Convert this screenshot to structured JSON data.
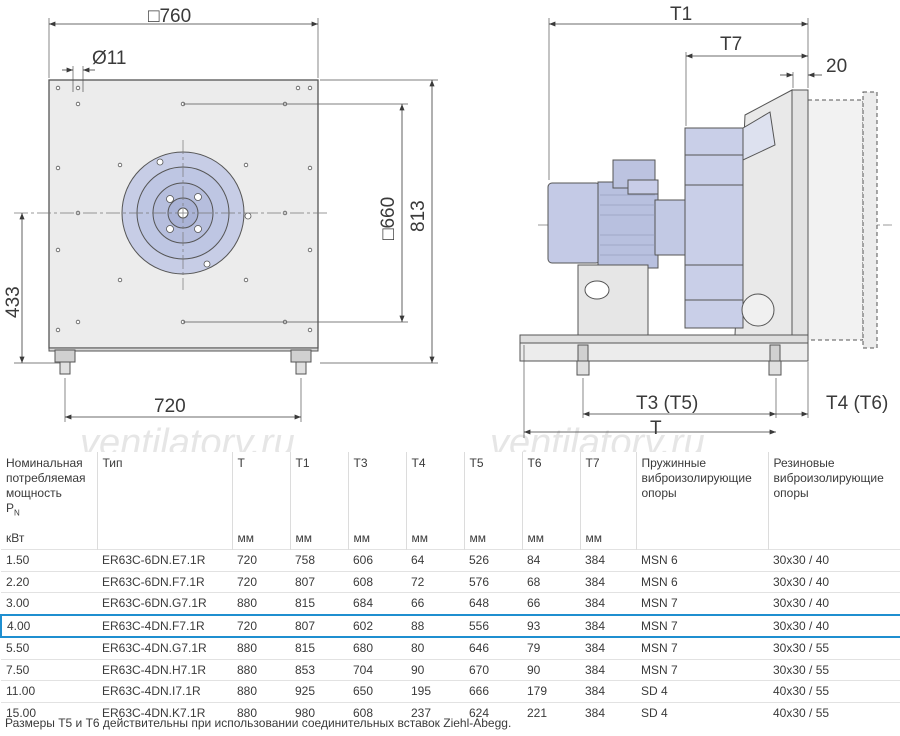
{
  "drawing": {
    "front": {
      "width_label": "□760",
      "hole_label": "Ø11",
      "inner_square_label": "□660",
      "height_label": "813",
      "axis_height_label": "433",
      "feet_span_label": "720"
    },
    "side": {
      "t1_label": "T1",
      "t7_label": "T7",
      "flange_label": "20",
      "t3_t5_label": "T3 (T5)",
      "t4_t6_label": "T4 (T6)",
      "t_label": "T"
    },
    "watermark": [
      "ventilatory.ru",
      "ventilatory.ru"
    ]
  },
  "table": {
    "headers": [
      {
        "label": "Номинальная потребляемая мощность",
        "symbol": "P",
        "symbol_sub": "N",
        "unit": "кВт"
      },
      {
        "label": "Тип",
        "unit": ""
      },
      {
        "label": "T",
        "unit": "мм"
      },
      {
        "label": "T1",
        "unit": "мм"
      },
      {
        "label": "T3",
        "unit": "мм"
      },
      {
        "label": "T4",
        "unit": "мм"
      },
      {
        "label": "T5",
        "unit": "мм"
      },
      {
        "label": "T6",
        "unit": "мм"
      },
      {
        "label": "T7",
        "unit": "мм"
      },
      {
        "label": "Пружинные виброизолирующие опоры",
        "unit": ""
      },
      {
        "label": "Резиновые виброизолирующие опоры",
        "unit": ""
      }
    ],
    "rows": [
      [
        "1.50",
        "ER63C-6DN.E7.1R",
        "720",
        "758",
        "606",
        "64",
        "526",
        "84",
        "384",
        "MSN 6",
        "30x30 / 40"
      ],
      [
        "2.20",
        "ER63C-6DN.F7.1R",
        "720",
        "807",
        "608",
        "72",
        "576",
        "68",
        "384",
        "MSN 6",
        "30x30 / 40"
      ],
      [
        "3.00",
        "ER63C-6DN.G7.1R",
        "880",
        "815",
        "684",
        "66",
        "648",
        "66",
        "384",
        "MSN 7",
        "30x30 / 40"
      ],
      [
        "4.00",
        "ER63C-4DN.F7.1R",
        "720",
        "807",
        "602",
        "88",
        "556",
        "93",
        "384",
        "MSN 7",
        "30x30 / 40"
      ],
      [
        "5.50",
        "ER63C-4DN.G7.1R",
        "880",
        "815",
        "680",
        "80",
        "646",
        "79",
        "384",
        "MSN 7",
        "30x30 / 55"
      ],
      [
        "7.50",
        "ER63C-4DN.H7.1R",
        "880",
        "853",
        "704",
        "90",
        "670",
        "90",
        "384",
        "MSN 7",
        "30x30 / 55"
      ],
      [
        "11.00",
        "ER63C-4DN.I7.1R",
        "880",
        "925",
        "650",
        "195",
        "666",
        "179",
        "384",
        "SD 4",
        "40x30 / 55"
      ],
      [
        "15.00",
        "ER63C-4DN.K7.1R",
        "880",
        "980",
        "608",
        "237",
        "624",
        "221",
        "384",
        "SD 4",
        "40x30 / 55"
      ]
    ],
    "highlighted_row": 3,
    "highlight_color": "#1f8fd0"
  },
  "footnote": "Размеры T5 и T6 действительны при использовании соединительных вставок Ziehl-Abegg."
}
